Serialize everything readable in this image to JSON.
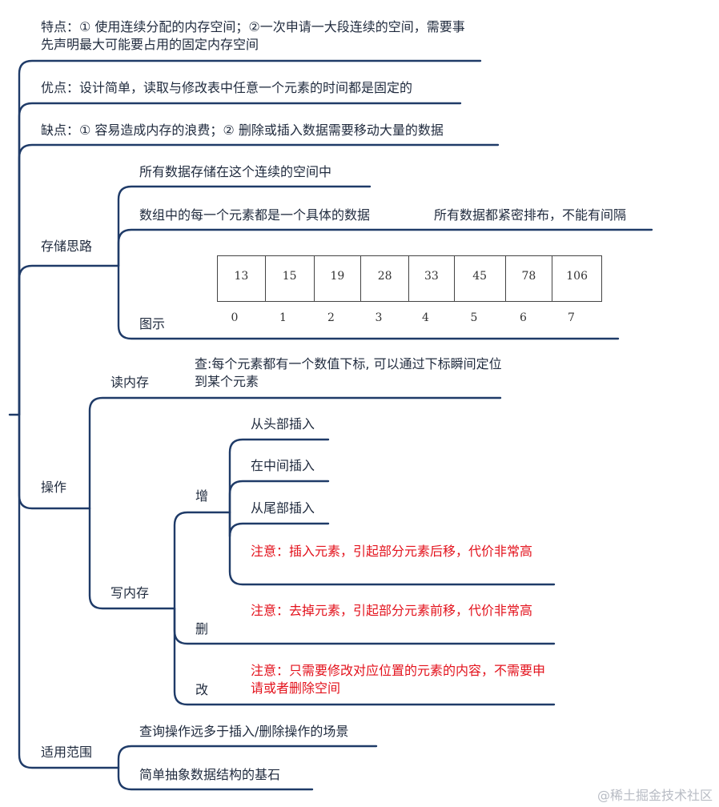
{
  "nodes": {
    "features": "特点：① 使用连续分配的内存空间；②一次申请一大段连续的空间，需要事先声明最大可能要占用的固定内存空间",
    "pros": "优点：设计简单，读取与修改表中任意一个元素的时间都是固定的",
    "cons": "缺点：① 容易造成内存的浪费；② 删除或插入数据需要移动大量的数据",
    "storage": {
      "label": "存储思路",
      "item1": "所有数据存储在这个连续的空间中",
      "item2": "数组中的每一个元素都是一个具体的数据",
      "item2_note": "所有数据都紧密排布，不能有间隔",
      "diagram_label": "图示"
    },
    "ops": {
      "label": "操作",
      "read": {
        "label": "读内存",
        "desc": "查:每个元素都有一个数值下标, 可以通过下标瞬间定位到某个元素"
      },
      "write": {
        "label": "写内存",
        "add": {
          "label": "增",
          "head": "从头部插入",
          "middle": "在中间插入",
          "tail": "从尾部插入",
          "note": "注意：插入元素，引起部分元素后移，代价非常高"
        },
        "delete": {
          "label": "删",
          "note": "注意：去掉元素，引起部分元素前移，代价非常高"
        },
        "modify": {
          "label": "改",
          "note": "注意：只需要修改对应位置的元素的内容，不需要申请或者删除空间"
        }
      }
    },
    "scope": {
      "label": "适用范围",
      "item1": "查询操作远多于插入/删除操作的场景",
      "item2": "简单抽象数据结构的基石"
    }
  },
  "array": {
    "values": [
      "13",
      "15",
      "19",
      "28",
      "33",
      "45",
      "78",
      "106"
    ],
    "indices": [
      "0",
      "1",
      "2",
      "3",
      "4",
      "5",
      "6",
      "7"
    ]
  },
  "watermark": "@稀土掘金技术社区",
  "colors": {
    "line": "#1f3b68",
    "text": "#1f2a3d",
    "warning": "#e3121c"
  }
}
